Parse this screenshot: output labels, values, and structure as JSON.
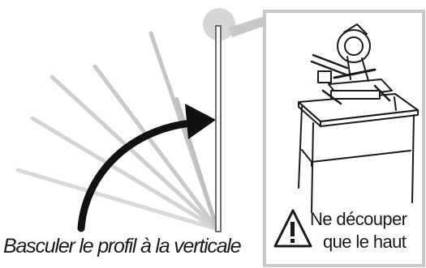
{
  "caption": "Basculer le profil à la verticale",
  "warning": {
    "line1": "Ne découper",
    "line2": "que le haut",
    "icon": "warning-triangle-icon"
  },
  "illustration": {
    "subject": "miter-saw-on-stand",
    "motion": "rotate-to-vertical",
    "arrow_icon": "curved-arrow-icon"
  },
  "colors": {
    "frame": "#c8c8c8",
    "profile_fade": "#d0d0d0",
    "profile_final": "#5e5e5e",
    "ink": "#1a1a1a"
  }
}
